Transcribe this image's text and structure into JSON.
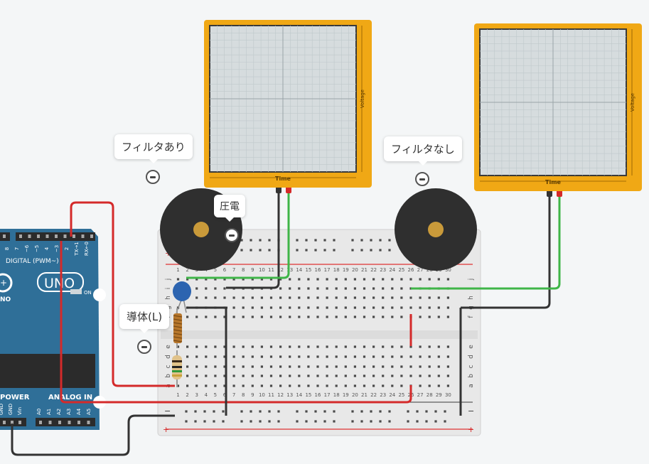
{
  "notes": [
    {
      "id": "filter-on",
      "label": "フィルタあり"
    },
    {
      "id": "piezo",
      "label": "圧電"
    },
    {
      "id": "filter-off",
      "label": "フィルタなし"
    },
    {
      "id": "conductor",
      "label": "導体(L)"
    }
  ],
  "oscilloscope": {
    "time_label": "Time",
    "voltage_label": "Voltage",
    "frame_color": "#f0a815",
    "screen_color": "#d6dcde"
  },
  "arduino": {
    "brand": "UNO",
    "digital_label": "DIGITAL (PWM~)",
    "power_label": "POWER",
    "analog_label": "ANALOG IN",
    "on_label": "ON",
    "digital_pins": [
      "8",
      "7",
      "~6",
      "~5",
      "4",
      "~3",
      "2",
      "TX→1",
      "RX←0"
    ],
    "power_pins": [
      "GND",
      "GND",
      "Vin"
    ],
    "analog_pins": [
      "A0",
      "A1",
      "A2",
      "A3",
      "A4",
      "A5"
    ],
    "board_color": "#2f6f98"
  },
  "breadboard": {
    "row_letters_top": [
      "j",
      "i",
      "h",
      "g",
      "f"
    ],
    "row_letters_bottom": [
      "e",
      "d",
      "c",
      "b",
      "a"
    ],
    "plus_label": "+",
    "minus_label": "−",
    "column_numbers": [
      "1",
      "2",
      "3",
      "4",
      "5",
      "6",
      "7",
      "8",
      "9",
      "10",
      "11",
      "12",
      "13",
      "14",
      "15",
      "16",
      "17",
      "18",
      "19",
      "20",
      "21",
      "22",
      "23",
      "24",
      "25",
      "26",
      "27",
      "28",
      "29",
      "30"
    ]
  },
  "wire_colors": {
    "red": "#d42a2a",
    "green": "#3fb548",
    "black": "#333333"
  }
}
